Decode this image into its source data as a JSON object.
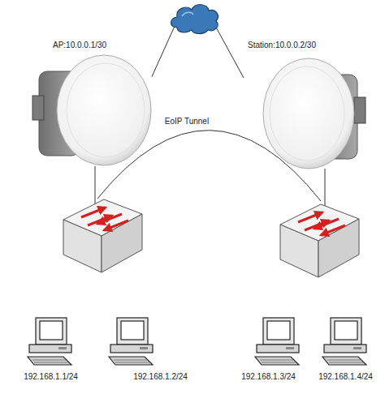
{
  "diagram": {
    "nodes": [
      {
        "text": [
          "AP:10.0.0.1/30"
        ]
      },
      {
        "text": [
          "Station:10.0.0.2/30"
        ]
      },
      {
        "text": [
          "192.168.1.1/24"
        ]
      },
      {
        "text": [
          "192.168.1.2/24"
        ]
      },
      {
        "text": [
          "192.168.1.3/24"
        ]
      },
      {
        "text": [
          "192.168.1.4/24"
        ]
      }
    ],
    "edges": [
      {
        "from": 0,
        "to": 1,
        "arrow": "none"
      }
    ],
    "labels": [
      "EoIP Tunnel"
    ]
  }
}
